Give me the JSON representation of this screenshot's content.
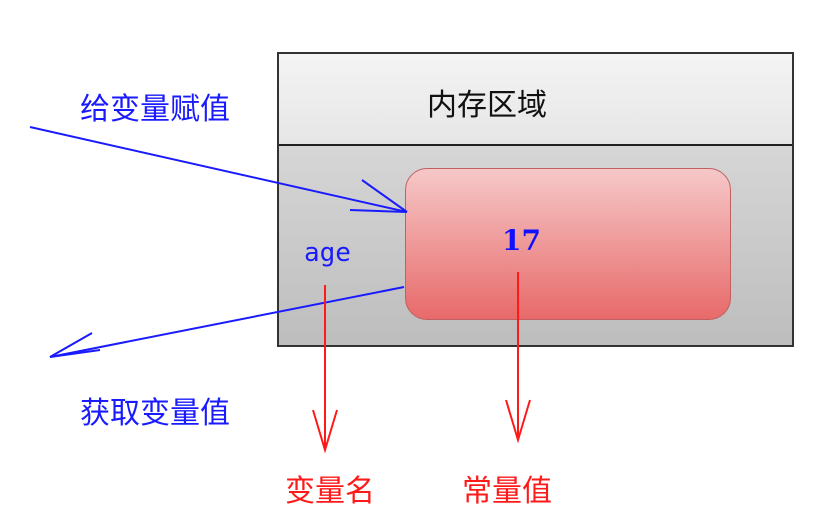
{
  "memory": {
    "title": "内存区域",
    "variable_name": "age",
    "value": "17"
  },
  "labels": {
    "assign": "给变量赋值",
    "read": "获取变量值",
    "variable_name": "变量名",
    "constant_value": "常量值"
  },
  "colors": {
    "blue": "#1a1aff",
    "red": "#ff1a1a"
  }
}
